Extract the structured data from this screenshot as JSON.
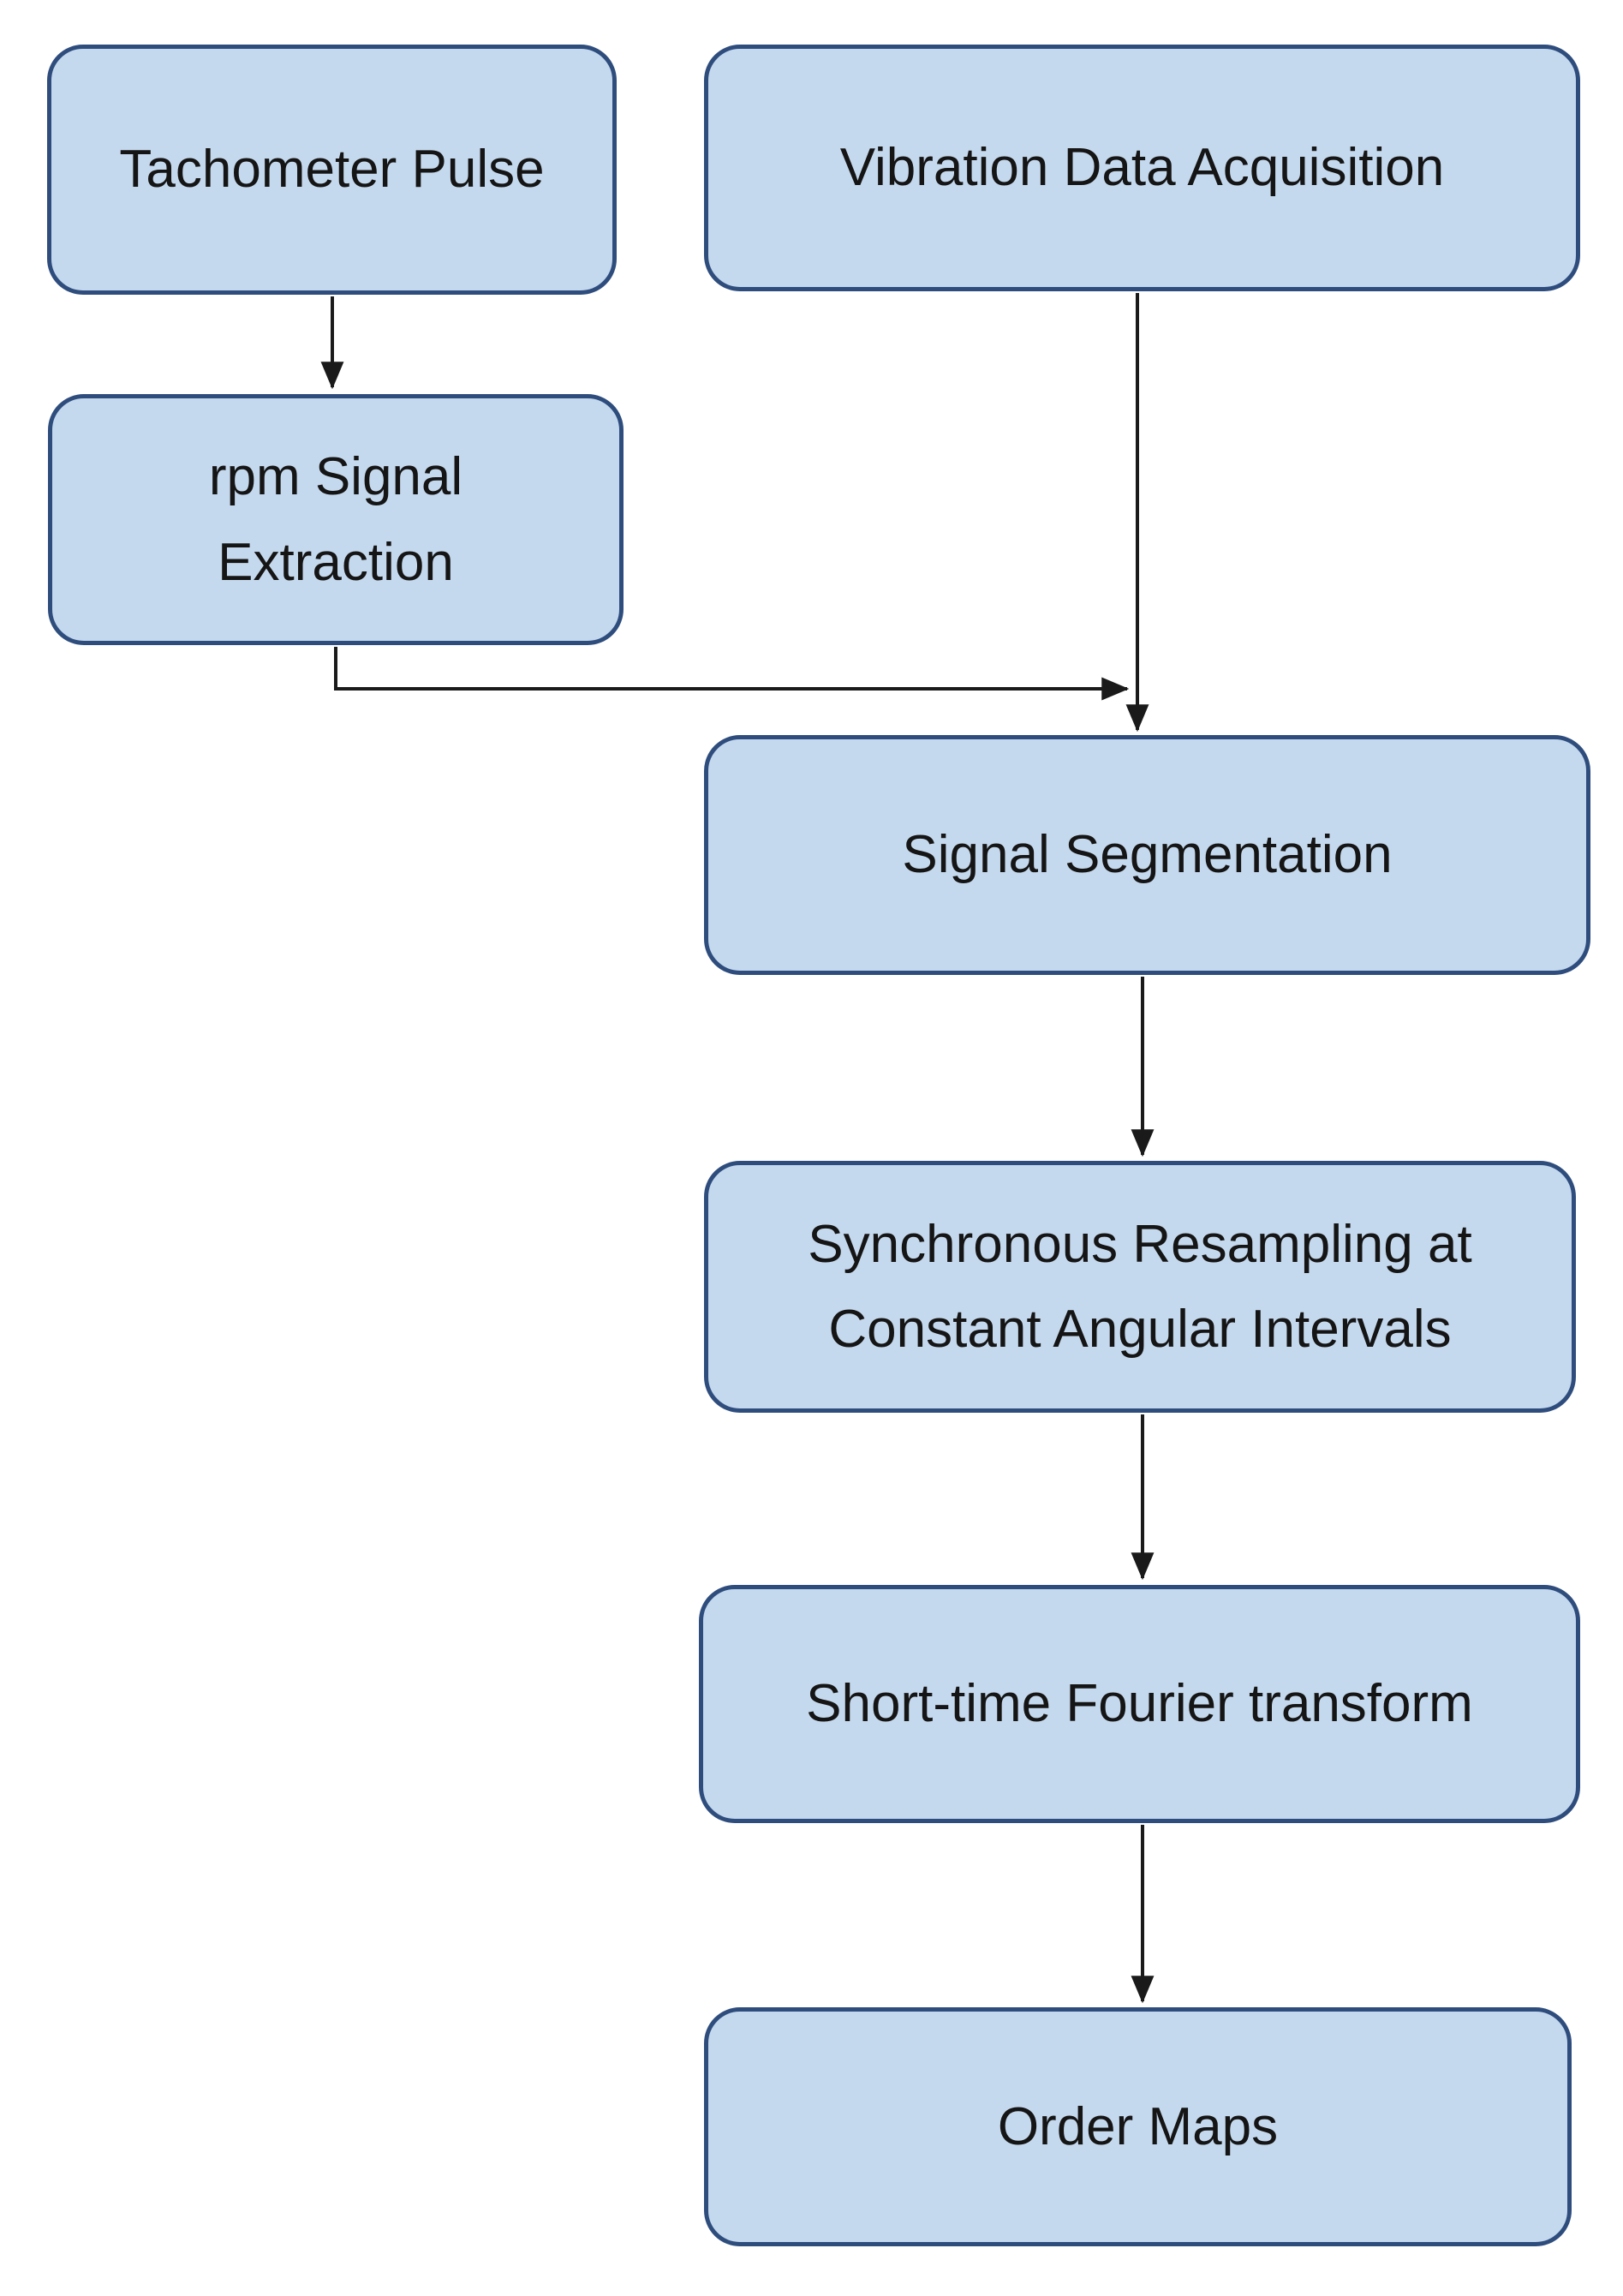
{
  "diagram": {
    "type": "flowchart",
    "nodes": [
      {
        "id": "tachometer-pulse",
        "label": "Tachometer Pulse"
      },
      {
        "id": "vibration-data-acquisition",
        "label": "Vibration Data Acquisition"
      },
      {
        "id": "rpm-signal-extraction",
        "label": "rpm Signal Extraction"
      },
      {
        "id": "signal-segmentation",
        "label": "Signal Segmentation"
      },
      {
        "id": "synchronous-resampling",
        "label": "Synchronous Resampling at Constant Angular Intervals"
      },
      {
        "id": "short-time-fourier",
        "label": "Short-time Fourier transform"
      },
      {
        "id": "order-maps",
        "label": "Order Maps"
      }
    ],
    "edges": [
      {
        "from": "tachometer-pulse",
        "to": "rpm-signal-extraction"
      },
      {
        "from": "vibration-data-acquisition",
        "to": "signal-segmentation"
      },
      {
        "from": "rpm-signal-extraction",
        "to": "signal-segmentation"
      },
      {
        "from": "signal-segmentation",
        "to": "synchronous-resampling"
      },
      {
        "from": "synchronous-resampling",
        "to": "short-time-fourier"
      },
      {
        "from": "short-time-fourier",
        "to": "order-maps"
      }
    ],
    "colors": {
      "node_fill": "#c5d9ee",
      "node_border": "#2e4d7d",
      "arrow": "#1a1a1a",
      "text": "#151515",
      "background": "#ffffff"
    }
  }
}
